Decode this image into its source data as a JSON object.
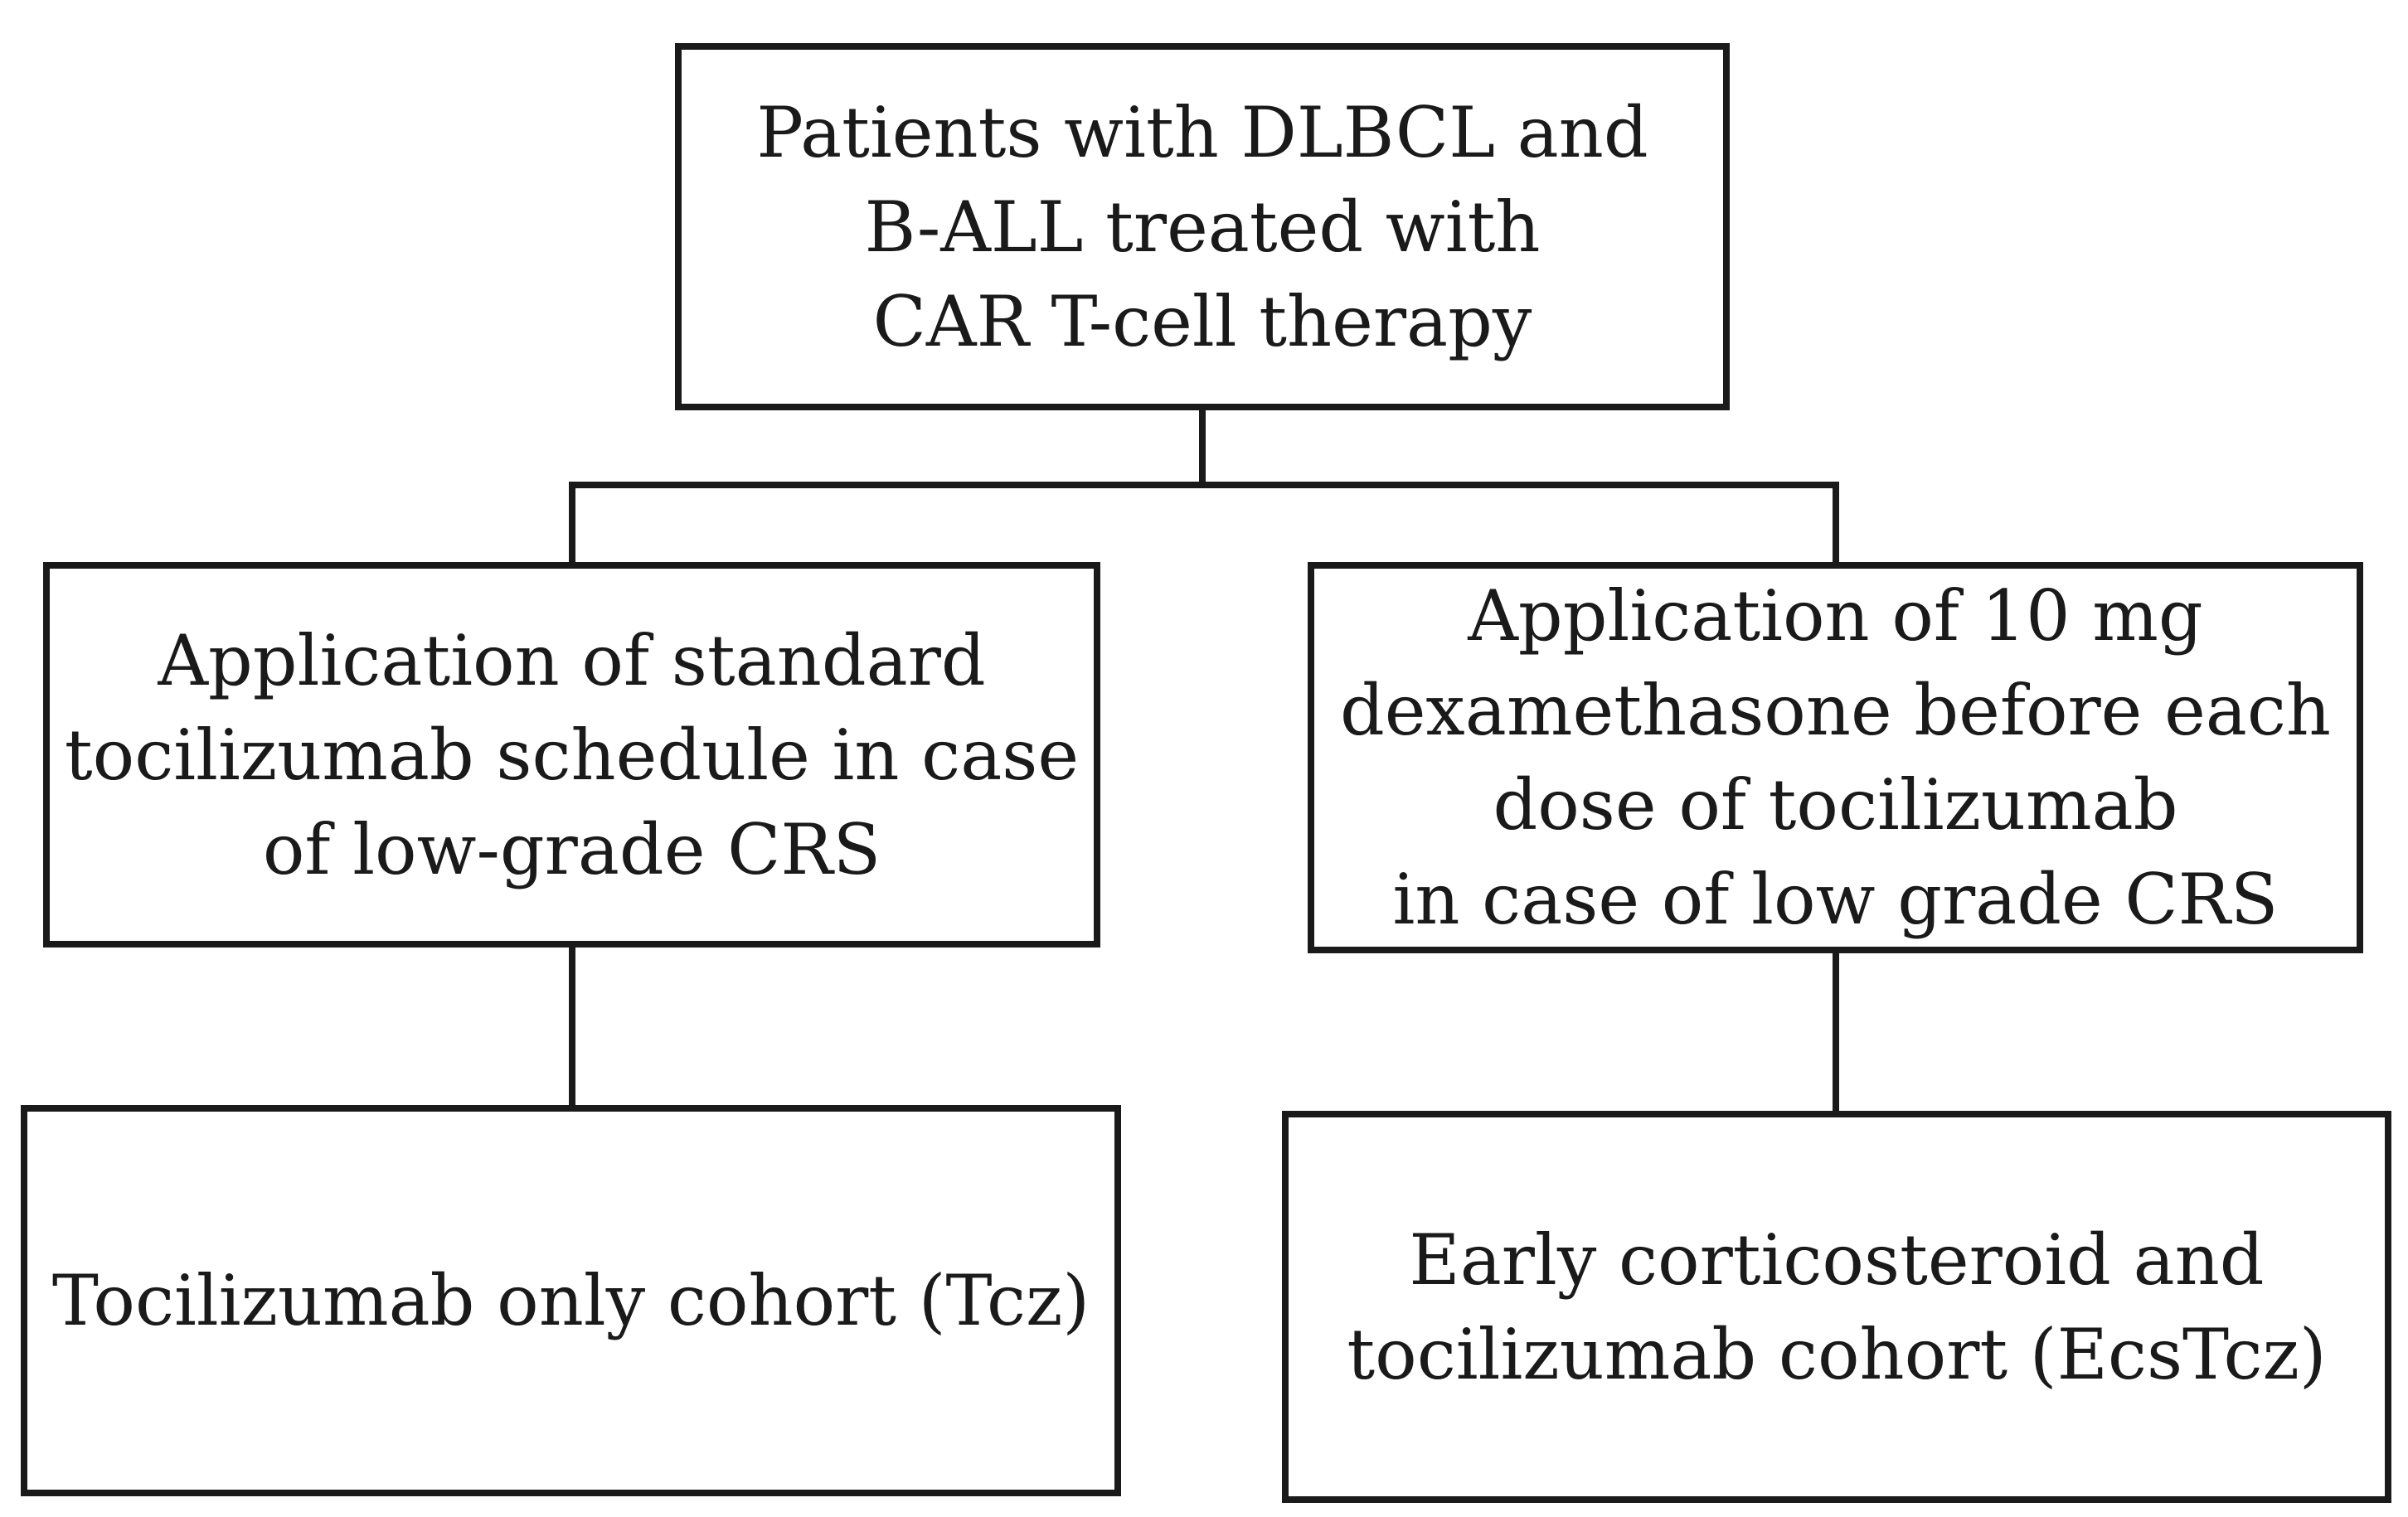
{
  "root": {
    "lines": [
      "Patients with DLBCL and",
      "B-ALL treated with",
      "CAR T-cell therapy"
    ]
  },
  "left_arm": {
    "lines": [
      "Application of standard",
      "tocilizumab schedule in case",
      "of low-grade CRS"
    ]
  },
  "right_arm": {
    "lines": [
      "Application of 10 mg",
      "dexamethasone before each",
      "dose of tocilizumab",
      "in case of low grade CRS"
    ]
  },
  "left_cohort": {
    "lines": [
      "Tocilizumab only cohort (Tcz)"
    ]
  },
  "right_cohort": {
    "lines": [
      "Early corticosteroid and",
      "tocilizumab cohort (EcsTcz)"
    ]
  },
  "colors": {
    "line": "#1a1a1a",
    "background": "#ffffff"
  }
}
